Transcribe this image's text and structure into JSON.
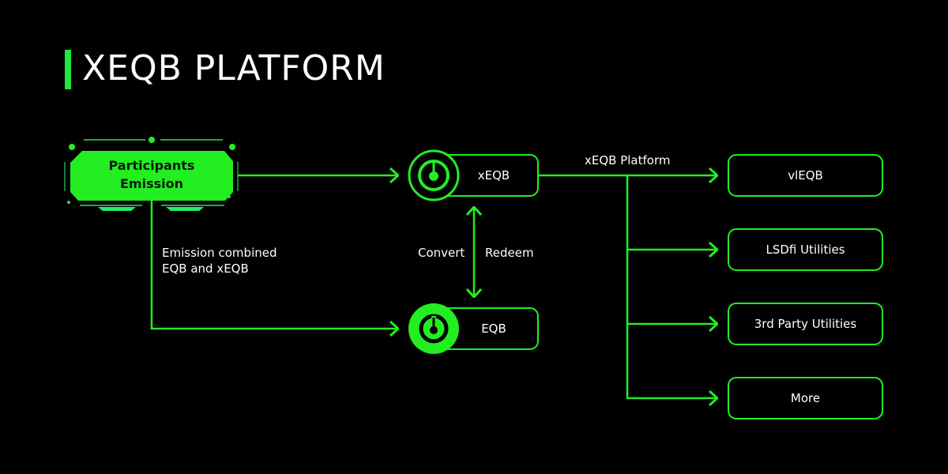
{
  "title": "XEQB PLATFORM",
  "colors": {
    "accent": "#22ee22",
    "background": "#000000",
    "text": "#ffffff",
    "accent_dark": "#1aa84a"
  },
  "nodes": {
    "participants_emission": {
      "line1": "Participants",
      "line2": "Emission"
    },
    "xeqb": {
      "label": "xEQB",
      "icon": "power-icon"
    },
    "eqb": {
      "label": "EQB",
      "icon": "power-icon"
    },
    "vleqb": {
      "label": "vlEQB"
    },
    "lsdfi": {
      "label": "LSDfi Utilities"
    },
    "third_party": {
      "label": "3rd Party Utilities"
    },
    "more": {
      "label": "More"
    }
  },
  "edge_labels": {
    "emission_line1": "Emission combined",
    "emission_line2": "EQB and xEQB",
    "convert": "Convert",
    "redeem": "Redeem",
    "xeqb_platform": "xEQB Platform"
  }
}
